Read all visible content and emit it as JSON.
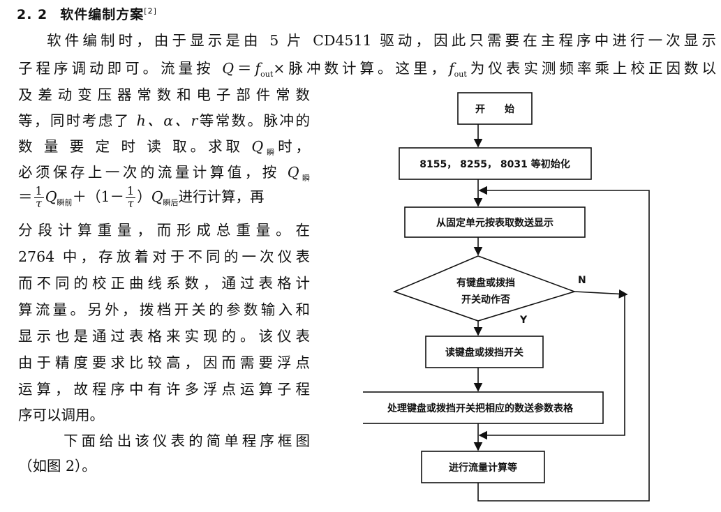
{
  "section": {
    "number": "2. 2",
    "title": "软件编制方案",
    "citation": "[2]"
  },
  "paragraph1": {
    "line1": "软件编制时，由于显示是由 5 片 CD4511 驱动，因此只需要在主程序中进行一次显示",
    "line2_a": "子程序调动即可。流量按 ",
    "line2_q": "Q",
    "line2_eq": "＝",
    "line2_f": "f",
    "line2_fsub": "out",
    "line2_b": "×脉冲数计算。这里，",
    "line2_f2": "f",
    "line2_f2sub": "out",
    "line2_c": "为仪表实测频率乘上校正因数以",
    "line3": "及差动变压器常数和电子部件常数",
    "line4_a": "等，同时考虑了 ",
    "line4_vars": "h、α、r",
    "line4_b": "等常数。脉冲的",
    "line5_a": "数 量 要 定 时 读 取。求取 ",
    "line5_q": "Q",
    "line5_qsub": "瞬",
    "line5_b": "时，",
    "line6_a": "必须保存上一次的流量计算值，按 ",
    "line6_q": "Q",
    "line6_qsub": "瞬",
    "line7_eq": "＝",
    "line7_frac_num": "1",
    "line7_frac_den": "τ",
    "line7_q1": "Q",
    "line7_q1sub": "瞬前",
    "line7_plus": "＋（1－",
    "line7_frac2_num": "1",
    "line7_frac2_den": "τ",
    "line7_close": "）",
    "line7_q2": "Q",
    "line7_q2sub": "瞬后",
    "line7_tail": "进行计算，再",
    "line8": "分段计算重量，而形成总重量。在",
    "line9": "2764 中，存放着对于不同的一次仪表",
    "line10": "而不同的校正曲线系数，通过表格计",
    "line11": "算流量。另外，拨档开关的参数输入和",
    "line12": "显示也是通过表格来实现的。该仪表",
    "line13": "由于精度要求比较高，因而需要浮点",
    "line14": "运算，故程序中有许多浮点运算子程",
    "line15": "序可以调用。"
  },
  "paragraph2": {
    "line1": "下面给出该仪表的简单程序框图",
    "line2": "（如图 2）。"
  },
  "flowchart": {
    "start": "开　　始",
    "init": "8155， 8255， 8031 等初始化",
    "display": "从固定单元按表取数送显示",
    "decision_line1": "有键盘或拨挡",
    "decision_line2": "开关动作否",
    "no_label": "N",
    "yes_label": "Y",
    "read_keys": "读键盘或拨挡开关",
    "process": "处理键盘或拨挡开关把相应的数送参数表格",
    "compute": "进行流量计算等"
  }
}
